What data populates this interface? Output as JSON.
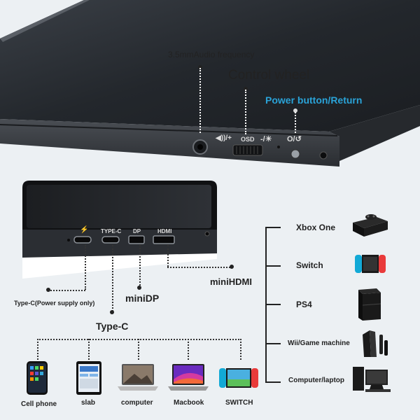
{
  "callouts": {
    "audio": "3.5mmAudio frequency",
    "wheel": "Control wheel",
    "power": "Power button/Return"
  },
  "panel_glyphs": {
    "vol": "◀))/+",
    "osd": "OSD",
    "bright": "-/☀",
    "power": "O/↺"
  },
  "port_labels": {
    "pd": "⚡",
    "typec": "TYPE-C",
    "dp": "DP",
    "hdmi": "HDMI"
  },
  "ports": {
    "typec_power": "Type-C(Power supply only)",
    "minidp": "miniDP",
    "typec": "Type-C",
    "minihdmi": "miniHDMI"
  },
  "bottom_devices": [
    "Cell phone",
    "slab",
    "computer",
    "Macbook",
    "SWITCH"
  ],
  "consoles": [
    "Xbox One",
    "Switch",
    "PS4",
    "Wii/Game machine",
    "Computer/laptop"
  ],
  "colors": {
    "accent": "#2aa3d8",
    "background": "#ecf0f3"
  }
}
